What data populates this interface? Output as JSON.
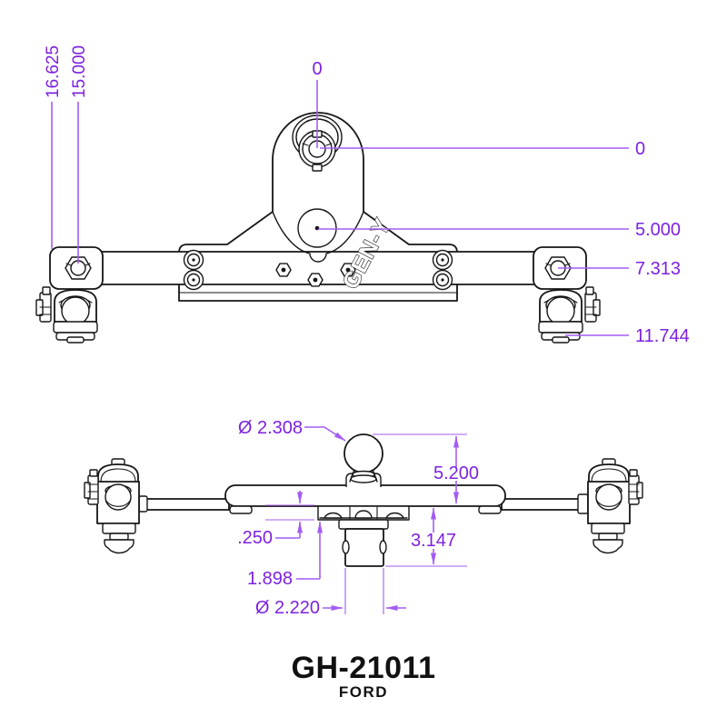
{
  "colors": {
    "background": "#ffffff",
    "outline": "#161616",
    "dimension_text": "#7c22e0",
    "dimension_line": "#a35df2"
  },
  "title_block": {
    "part_number": "GH-21011",
    "make": "FORD"
  },
  "brand": "GEN-Y",
  "top_view": {
    "labels": {
      "overall_width": "16.625",
      "nut_offset_width": "15.000",
      "zero_vertical": "0",
      "zero_horizontal": "0",
      "hole_offset": "5.000",
      "nut_row_offset": "7.313",
      "bracket_bottom_offset": "11.744"
    }
  },
  "bottom_view": {
    "labels": {
      "ball_diameter": "Ø 2.308",
      "overall_height": "5.200",
      "plate_lip": ".250",
      "pin_offset": "1.898",
      "shank_length": "3.147",
      "shank_diameter": "Ø 2.220"
    }
  }
}
